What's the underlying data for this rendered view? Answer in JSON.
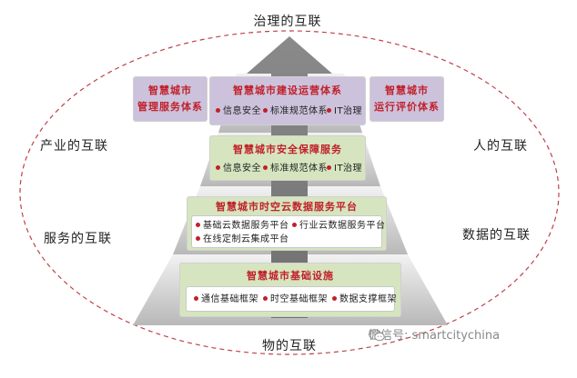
{
  "outer_labels": {
    "top": "治理的互联",
    "bottom": "物的互联",
    "left_upper": "产业的互联",
    "left_lower": "服务的互联",
    "right_upper": "人的互联",
    "right_lower": "数据的互联"
  },
  "top_tier": {
    "left_box": {
      "title_line1": "智慧城市",
      "title_line2": "管理服务体系"
    },
    "center_box": {
      "title": "智慧城市建设运营体系",
      "items": [
        "信息安全",
        "标准规范体系",
        "IT治理"
      ]
    },
    "right_box": {
      "title_line1": "智慧城市",
      "title_line2": "运行评价体系"
    }
  },
  "security_tier": {
    "title": "智慧城市安全保障服务",
    "items": [
      "信息安全",
      "标准规范体系",
      "IT治理"
    ]
  },
  "platform_tier": {
    "title": "智慧城市时空云数据服务平台",
    "items": [
      "基础云数据服务平台",
      "行业云数据服务平台",
      "在线定制云集成平台"
    ]
  },
  "infrastructure_tier": {
    "title": "智慧城市基础设施",
    "items": [
      "通信基础框架",
      "时空基础框架",
      "数据支撑框架"
    ]
  },
  "watermark": {
    "text": "微信号: smartcitychina"
  },
  "colors": {
    "title_red": "#c0202a",
    "purple_box": "#ccc2dc",
    "green_box": "#d6e5bf",
    "ellipse_dash": "#c0404a",
    "arrow_gray": "#7a7a7a",
    "pyramid_light": "#ebebeb",
    "pyramid_dark": "#b8b8b8"
  },
  "icons": {
    "watermark": "wechat-icon"
  }
}
